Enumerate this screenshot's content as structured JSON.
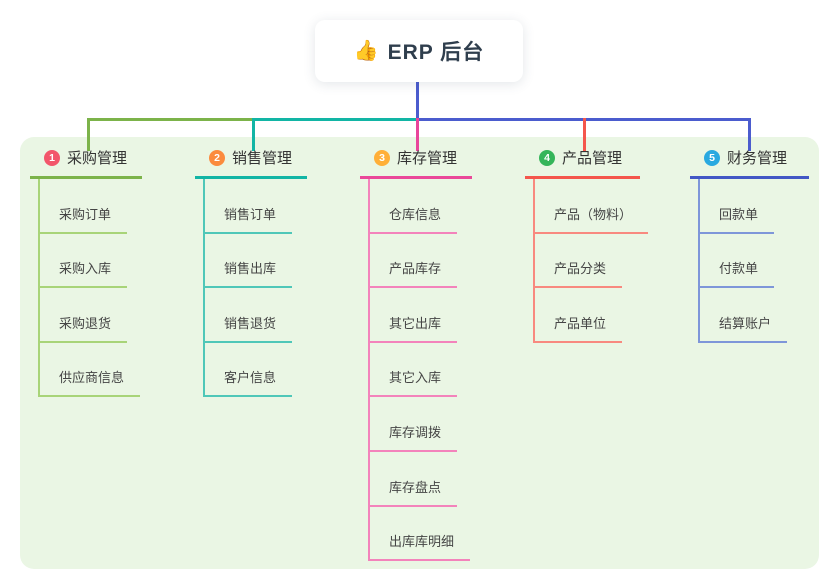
{
  "root": {
    "icon": "👍",
    "label": "ERP 后台"
  },
  "connector_color": "#4b5cce",
  "canvas": {
    "background": "#ffffff",
    "panel_background": "#eaf6e4"
  },
  "branches": [
    {
      "number": "1",
      "title": "采购管理",
      "badge_color": "#f2566b",
      "line_color": "#7cb34a",
      "child_line_color": "#a8d478",
      "items": [
        "采购订单",
        "采购入库",
        "采购退货",
        "供应商信息"
      ]
    },
    {
      "number": "2",
      "title": "销售管理",
      "badge_color": "#fb8b3e",
      "line_color": "#12b5a5",
      "child_line_color": "#4fc7b8",
      "items": [
        "销售订单",
        "销售出库",
        "销售退货",
        "客户信息"
      ]
    },
    {
      "number": "3",
      "title": "库存管理",
      "badge_color": "#ffaf38",
      "line_color": "#ea4899",
      "child_line_color": "#f383bb",
      "items": [
        "仓库信息",
        "产品库存",
        "其它出库",
        "其它入库",
        "库存调拨",
        "库存盘点",
        "出库库明细"
      ]
    },
    {
      "number": "4",
      "title": "产品管理",
      "badge_color": "#35b55a",
      "line_color": "#f4564c",
      "child_line_color": "#f8897f",
      "items": [
        "产品（物料）",
        "产品分类",
        "产品单位"
      ]
    },
    {
      "number": "5",
      "title": "财务管理",
      "badge_color": "#29a9e0",
      "line_color": "#4257c5",
      "child_line_color": "#7e96d9",
      "items": [
        "回款单",
        "付款单",
        "结算账户"
      ]
    }
  ]
}
